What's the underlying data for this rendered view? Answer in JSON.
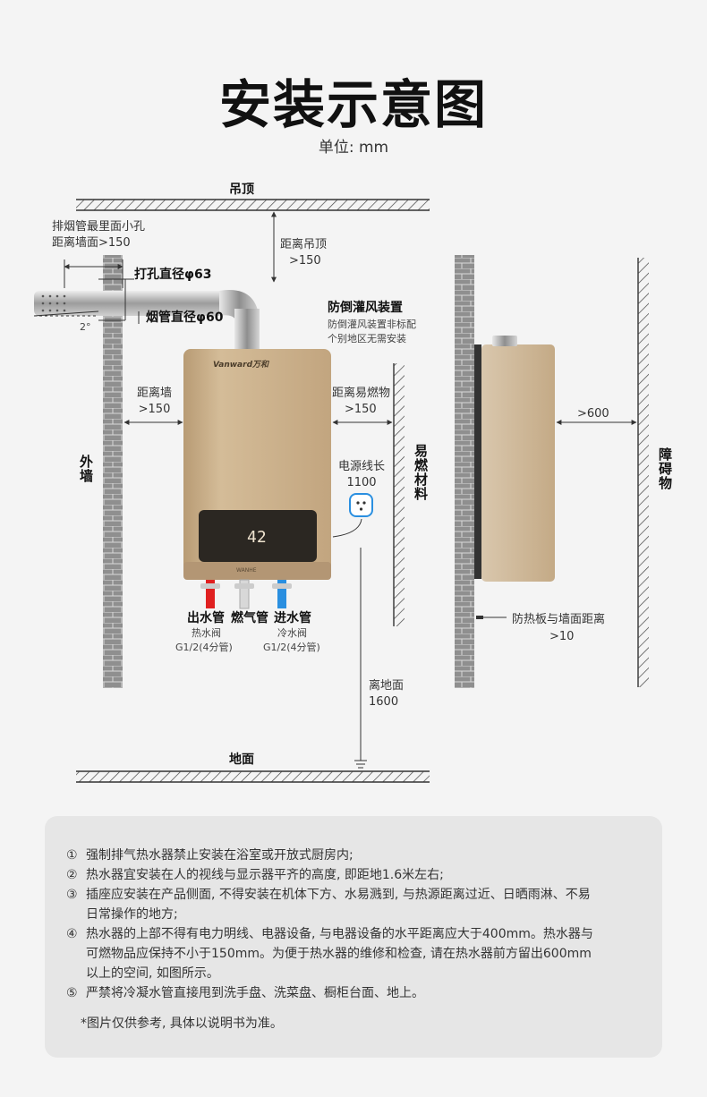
{
  "header": {
    "title": "安装示意图",
    "unit": "单位: mm"
  },
  "labels": {
    "ceiling": "吊顶",
    "floor": "地面",
    "outer_wall": "外墙",
    "flammable": "易燃材料",
    "obstacle": "障碍物",
    "flue_hole_line1": "排烟管最里面小孔",
    "flue_hole_line2": "距离墙面>150",
    "drill_diameter": "打孔直径φ63",
    "flue_diameter": "烟管直径φ60",
    "angle": "2°",
    "ceiling_dist_line1": "距离吊顶",
    "ceiling_dist_line2": ">150",
    "wind_device_title": "防倒灌风装置",
    "wind_device_line1": "防倒灌风装置非标配",
    "wind_device_line2": "个别地区无需安装",
    "wall_dist_line1": "距离墙",
    "wall_dist_line2": ">150",
    "flammable_dist_line1": "距离易燃物",
    "flammable_dist_line2": ">150",
    "power_cord_line1": "电源线长",
    "power_cord_line2": "1100",
    "outlet_pipe": "出水管",
    "gas_pipe": "燃气管",
    "inlet_pipe": "进水管",
    "hot_valve": "热水阀",
    "hot_valve_spec": "G1/2(4分管)",
    "cold_valve": "冷水阀",
    "cold_valve_spec": "G1/2(4分管)",
    "floor_dist_line1": "离地面",
    "floor_dist_line2": "1600",
    "front_dist": ">600",
    "heat_shield_line1": "防热板与墙面距离",
    "heat_shield_line2": ">10",
    "brand": "Vanward万和",
    "display_value": "42",
    "panel_text": "WANHE"
  },
  "notes": [
    {
      "num": "①",
      "text": "强制排气热水器禁止安装在浴室或开放式厨房内;"
    },
    {
      "num": "②",
      "text": "热水器宜安装在人的视线与显示器平齐的高度, 即距地1.6米左右;"
    },
    {
      "num": "③",
      "text": "插座应安装在产品侧面, 不得安装在机体下方、水易溅到, 与热源距离过近、日晒雨淋、不易",
      "cont": "日常操作的地方;"
    },
    {
      "num": "④",
      "text": "热水器的上部不得有电力明线、电器设备, 与电器设备的水平距离应大于400mm。热水器与",
      "cont": "可燃物品应保持不小于150mm。为便于热水器的维修和检查, 请在热水器前方留出600mm",
      "cont2": "以上的空间, 如图所示。"
    },
    {
      "num": "⑤",
      "text": "严禁将冷凝水管直接甩到洗手盘、洗菜盘、橱柜台面、地上。"
    }
  ],
  "footnote": "*图片仅供参考, 具体以说明书为准。",
  "colors": {
    "heater_body": "#c8ae8a",
    "heater_dark": "#a88c68",
    "hot_pipe": "#e02020",
    "cold_pipe": "#2a8fe0",
    "gas_pipe": "#d8d8d8",
    "brick": "#9a9a9a"
  }
}
